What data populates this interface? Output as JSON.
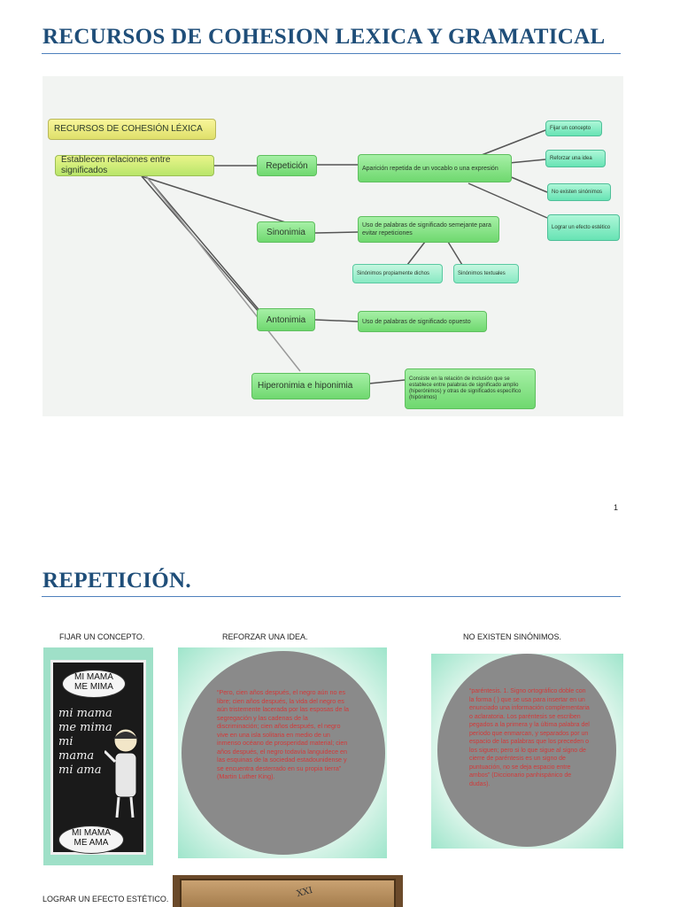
{
  "page1": {
    "title": "RECURSOS DE COHESION LEXICA Y GRAMATICAL",
    "page_number": "1",
    "map": {
      "root": "RECURSOS DE COHESIÓN LÉXICA",
      "sub": "Establecen relaciones entre significados",
      "repeticion": {
        "label": "Repetición",
        "definition": "Aparición repetida de un vocablo o una expresión",
        "purposes": [
          "Fijar un concepto",
          "Reforzar una idea",
          "No existen sinónimos",
          "Lograr un efecto estético"
        ]
      },
      "sinonimia": {
        "label": "Sinonimia",
        "definition": "Uso de palabras de significado semejante para evitar repeticiones",
        "types": [
          "Sinónimos propiamente dichos",
          "Sinónimos textuales"
        ]
      },
      "antonimia": {
        "label": "Antonimia",
        "definition": "Uso de palabras de significado opuesto"
      },
      "hiperonimia": {
        "label": "Hiperonimia e hiponimia",
        "definition": "Consiste en la relación de inclusión que se establece entre palabras de significado amplio (hiperónimos) y otras de significados específico (hipónimos)"
      }
    }
  },
  "page2": {
    "title": "REPETICIÓN.",
    "captions": {
      "fijar": "FIJAR UN CONCEPTO.",
      "reforzar": "REFORZAR UNA IDEA.",
      "sinonimos": "NO EXISTEN SINÓNIMOS.",
      "estetico": "LOGRAR UN EFECTO ESTÉTICO."
    },
    "chalkboard": {
      "bubble_top": "MI MAMA\nME MIMA",
      "board_text": "mi mama\nme mima\nmi\nmama\nmi ama",
      "bubble_bottom": "MI MAMA\nME AMA"
    },
    "quote_reforzar": "“Pero, cien años después, el negro aún no es libre; cien años después, la vida del negro es aún tristemente lacerada por las esposas de la segregación y las cadenas de la discriminación; cien años después, el negro vive en una isla solitaria en medio de un inmenso océano de prosperidad material; cien años después, el negro todavía languidece en las esquinas de la sociedad estadounidense y se encuentra desterrado en su propia tierra” (Martin Luther King).",
    "quote_sinonimos": "“paréntesis. 1. Signo ortográfico doble con la forma ( ) que se usa para insertar en un enunciado una información complementaria o aclaratoria. Los paréntesis se escriben pegados a la primera y la última palabra del período que enmarcan, y separados por un espacio de las palabras que los preceden o los siguen; pero si lo que sigue al signo de cierre de paréntesis es un signo de puntuación, no se deja espacio entre ambos” (Diccionario panhispánico de dudas).",
    "frame_text": "XXI"
  },
  "colors": {
    "heading": "#1f4e79",
    "rule": "#4f81bd",
    "node_green": "#7edc7e",
    "node_yellow": "#f3f08e",
    "node_cyan": "#7de8bf",
    "quote_red": "#d23a3a"
  }
}
